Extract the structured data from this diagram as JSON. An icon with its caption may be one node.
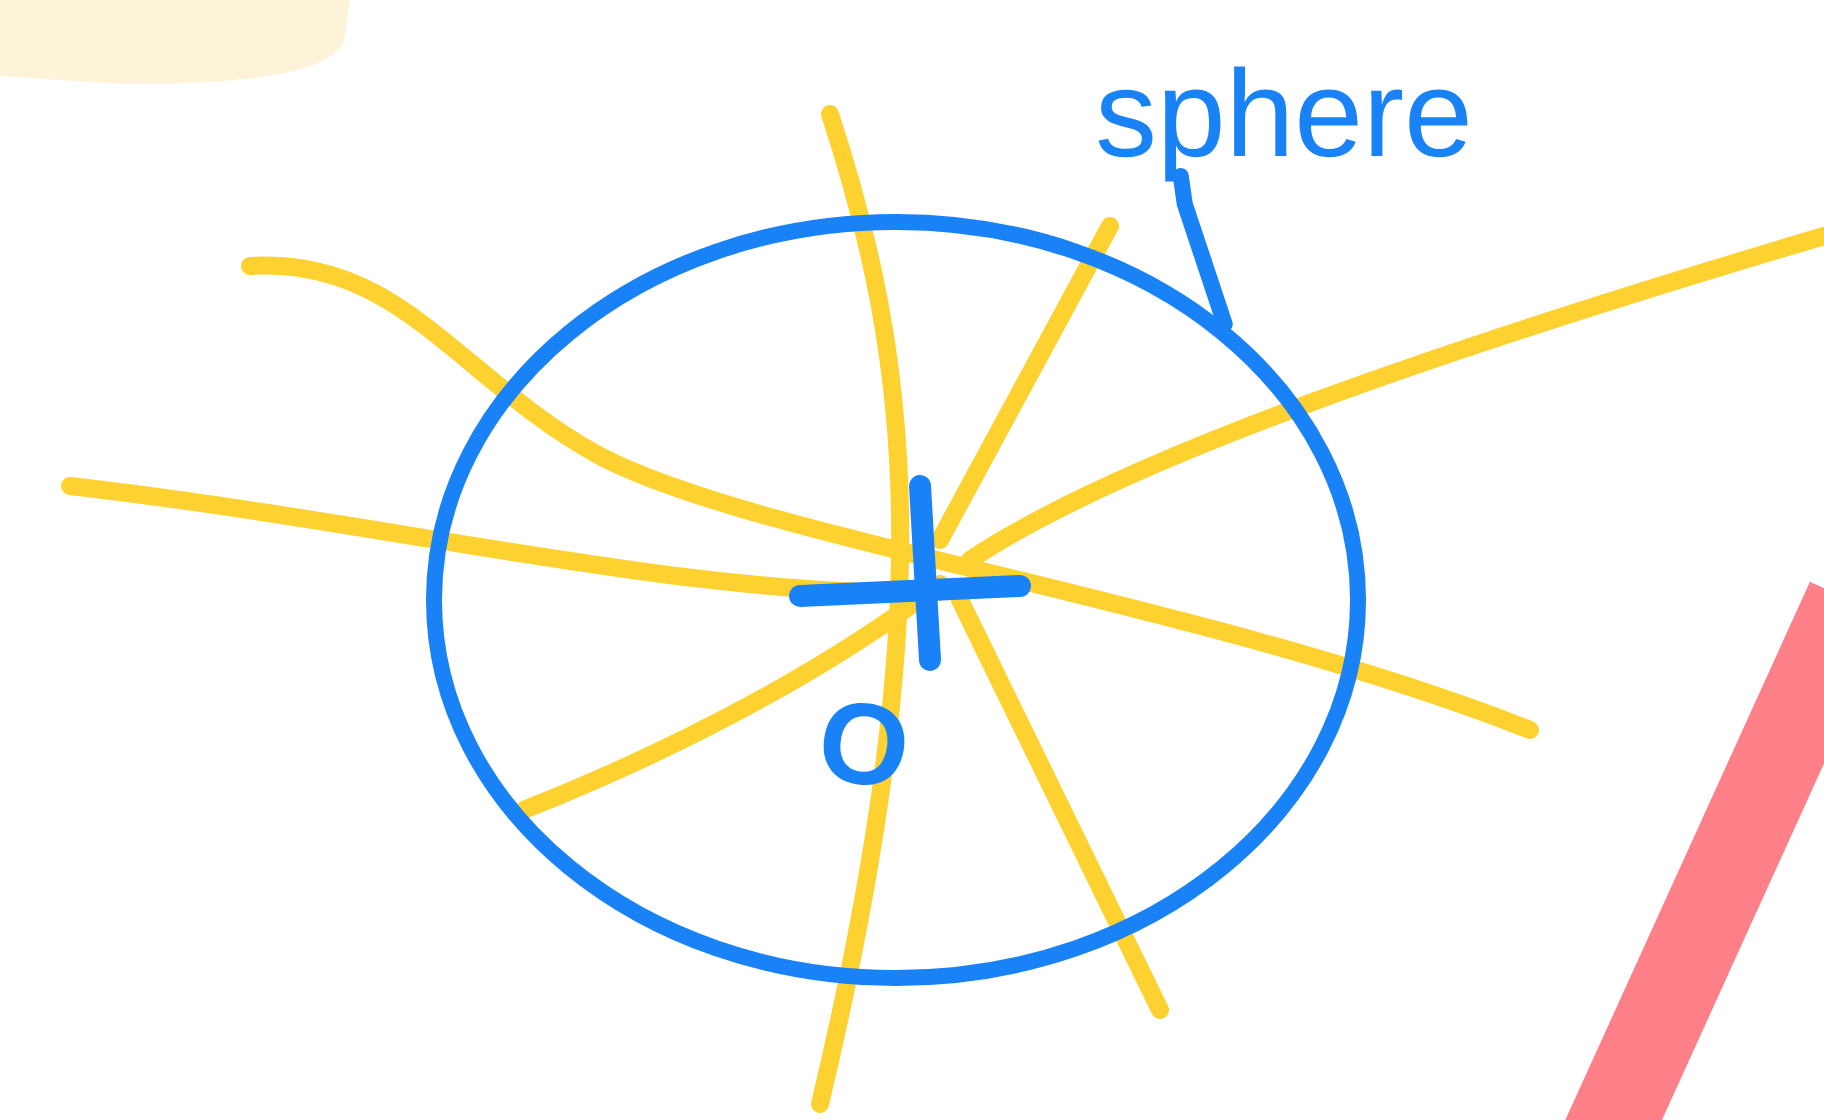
{
  "diagram": {
    "nodes": [
      {
        "text": [
          "sphere"
        ]
      },
      {
        "text": [],
        "shape": "circle"
      }
    ],
    "edges": [
      {
        "from": 0,
        "to": 1,
        "arrow": "none"
      }
    ],
    "labels": [
      "O"
    ]
  }
}
